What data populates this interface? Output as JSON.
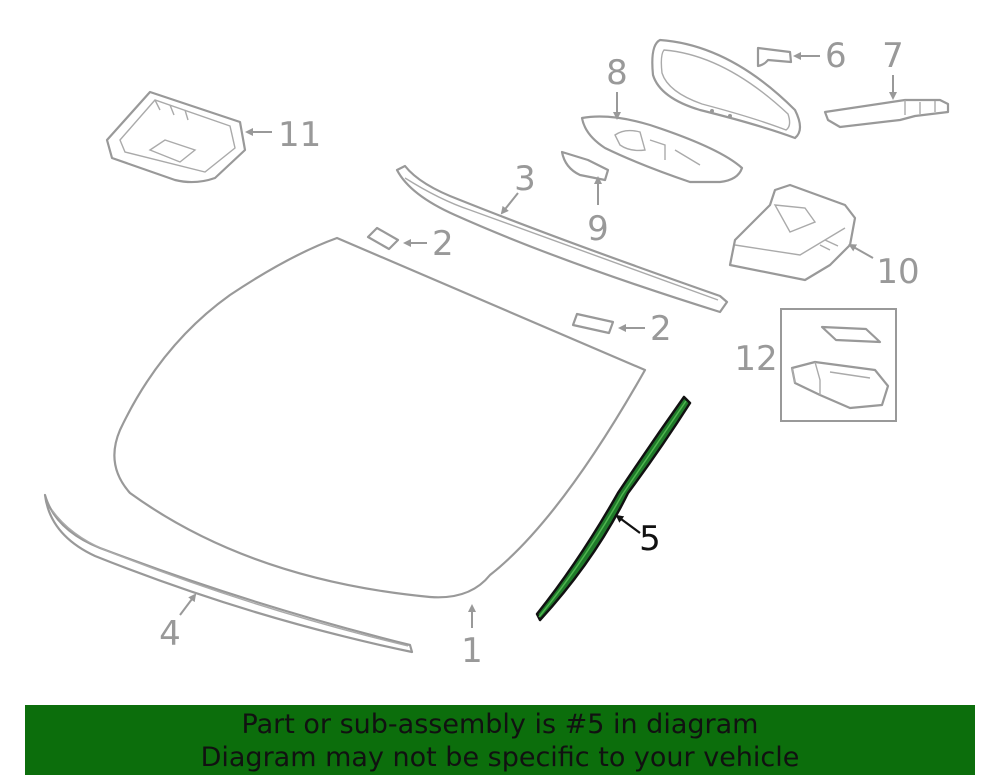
{
  "callouts": {
    "c1": "1",
    "c2a": "2",
    "c2b": "2",
    "c3": "3",
    "c4": "4",
    "c5": "5",
    "c6": "6",
    "c7": "7",
    "c8": "8",
    "c9": "9",
    "c10": "10",
    "c11": "11",
    "c12": "12"
  },
  "highlighted_part": "5",
  "colors": {
    "highlight": "#0c6e0c",
    "part_stroke": "#999999",
    "banner_bg": "#0c6e0c"
  },
  "banner": {
    "line1": "Part or sub-assembly is #5 in diagram",
    "line2": "Diagram may not be specific to your vehicle"
  }
}
